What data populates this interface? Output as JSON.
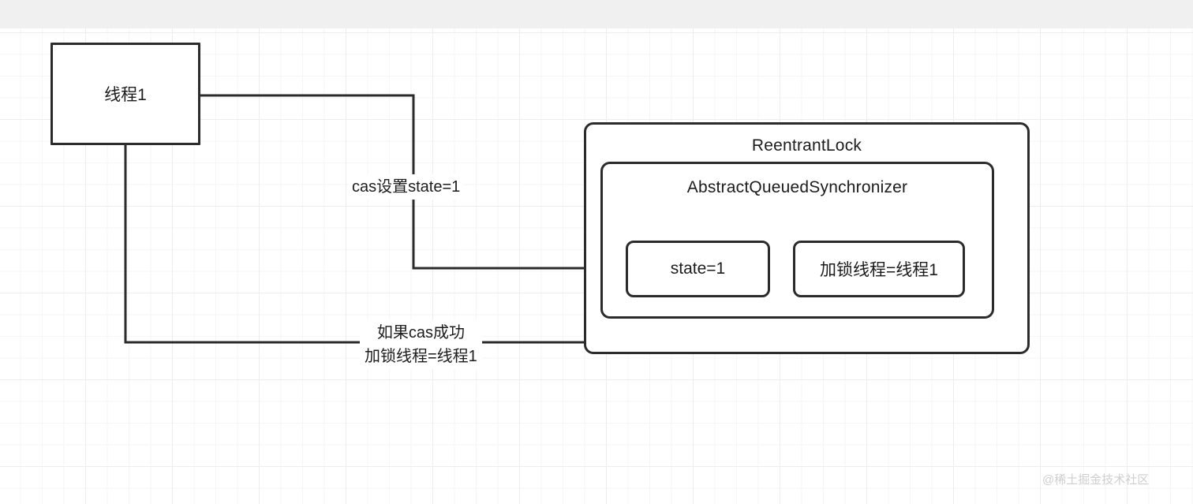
{
  "diagram": {
    "title_band": "",
    "nodes": {
      "thread1": {
        "label": "线程1"
      },
      "reentrant_lock": {
        "label": "ReentrantLock"
      },
      "aqs": {
        "label": "AbstractQueuedSynchronizer"
      },
      "state": {
        "label": "state=1"
      },
      "lock_thread": {
        "label": "加锁线程=线程1"
      }
    },
    "edges": {
      "cas_set_state": {
        "label": "cas设置state=1"
      },
      "cas_success": {
        "label_line1": "如果cas成功",
        "label_line2": "加锁线程=线程1"
      }
    },
    "watermark": {
      "text": "@稀土掘金技术社区"
    },
    "colors": {
      "stroke": "#2b2b2b",
      "text": "#1c1c1c",
      "canvas": "#ffffff",
      "band": "#f0f0f0",
      "grid_minor": "#f6f6f6",
      "grid_major": "#ededed",
      "watermark": "#cfcfcf"
    }
  }
}
